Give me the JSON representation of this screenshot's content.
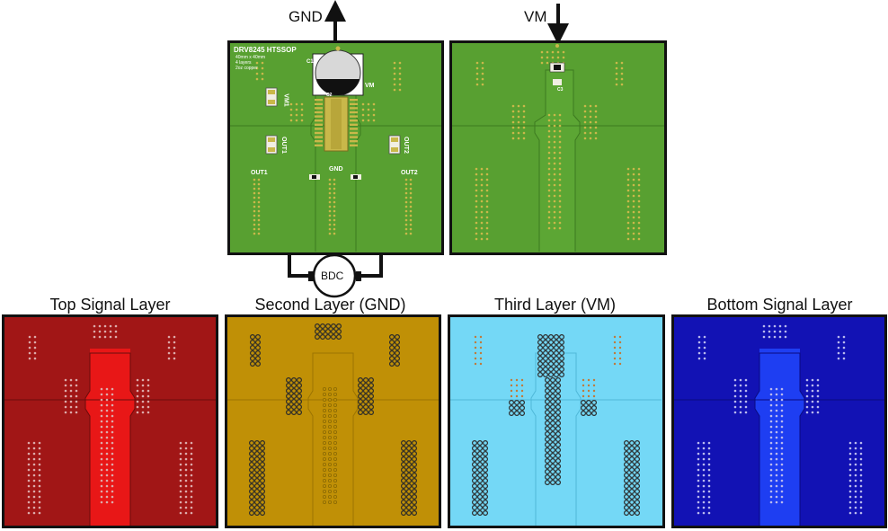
{
  "arrows": {
    "gnd_label": "GND",
    "vm_label": "VM"
  },
  "motor": {
    "label": "BDC"
  },
  "top_board": {
    "title": "DRV8245 HTSSOP",
    "notes": [
      "40mm x 40mm",
      "4 layers",
      "2oz copper"
    ],
    "labels": {
      "c1": "C1",
      "vm": "VM",
      "c2": "C2",
      "vm1": "VM1",
      "out1_rot": "OUT1",
      "out2_rot": "OUT2",
      "out1": "OUT1",
      "out2": "OUT2",
      "gnd": "GND"
    }
  },
  "vm_board": {
    "labels": {
      "c3": "C3"
    }
  },
  "layers": [
    {
      "name": "Top Signal Layer",
      "color": "#a11616"
    },
    {
      "name": "Second Layer (GND)",
      "color": "#c09006"
    },
    {
      "name": "Third Layer (VM)",
      "color": "#74d8f6"
    },
    {
      "name": "Bottom Signal Layer",
      "color": "#1212b4"
    }
  ],
  "colors": {
    "pcb_green": "#58a031",
    "pad_gold": "#c9b84a",
    "border": "#111111"
  }
}
